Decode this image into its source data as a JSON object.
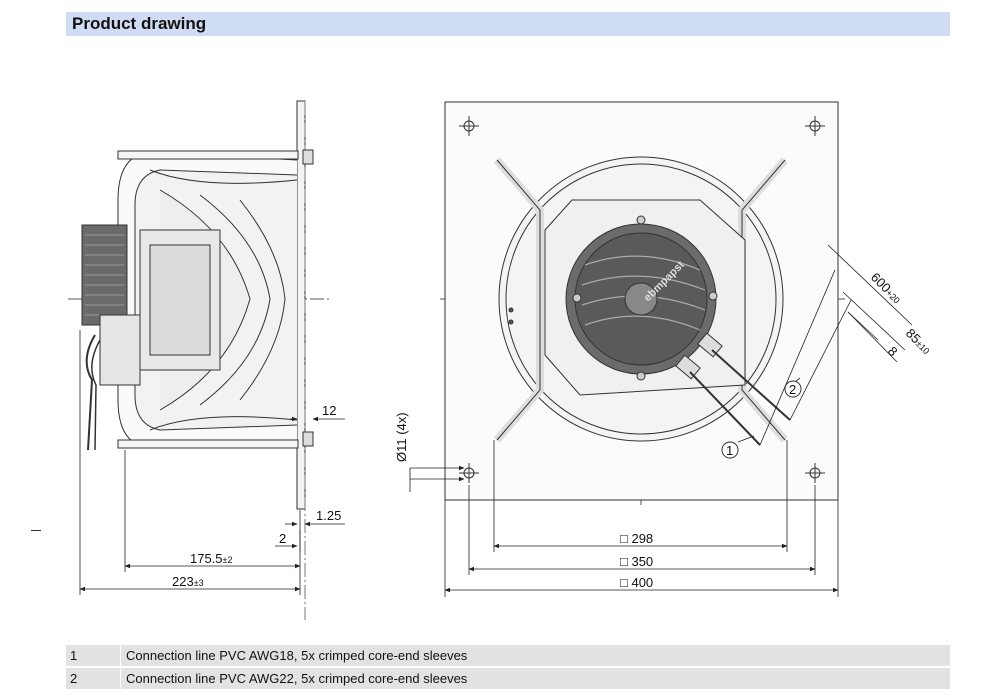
{
  "header": {
    "title": "Product drawing"
  },
  "brand": {
    "text": "ebmpapst"
  },
  "dimensions": {
    "side": {
      "d12": "12",
      "d1_25": "1.25",
      "d2": "2",
      "d175_5": "175.5",
      "d175_5_tol": "±2",
      "d223": "223",
      "d223_tol": "±3"
    },
    "front": {
      "hole": "Ø11 (4x)",
      "d298": "□ 298",
      "d350": "□ 350",
      "d400": "□ 400",
      "d600": "600",
      "d600_tol": "+20",
      "d85": "85",
      "d85_tol": "±10",
      "d8": "8",
      "callout1": "1",
      "callout2": "2"
    }
  },
  "legend": [
    {
      "num": "1",
      "text": "Connection line PVC AWG18, 5x crimped core-end sleeves"
    },
    {
      "num": "2",
      "text": "Connection line PVC AWG22, 5x crimped core-end sleeves"
    }
  ]
}
